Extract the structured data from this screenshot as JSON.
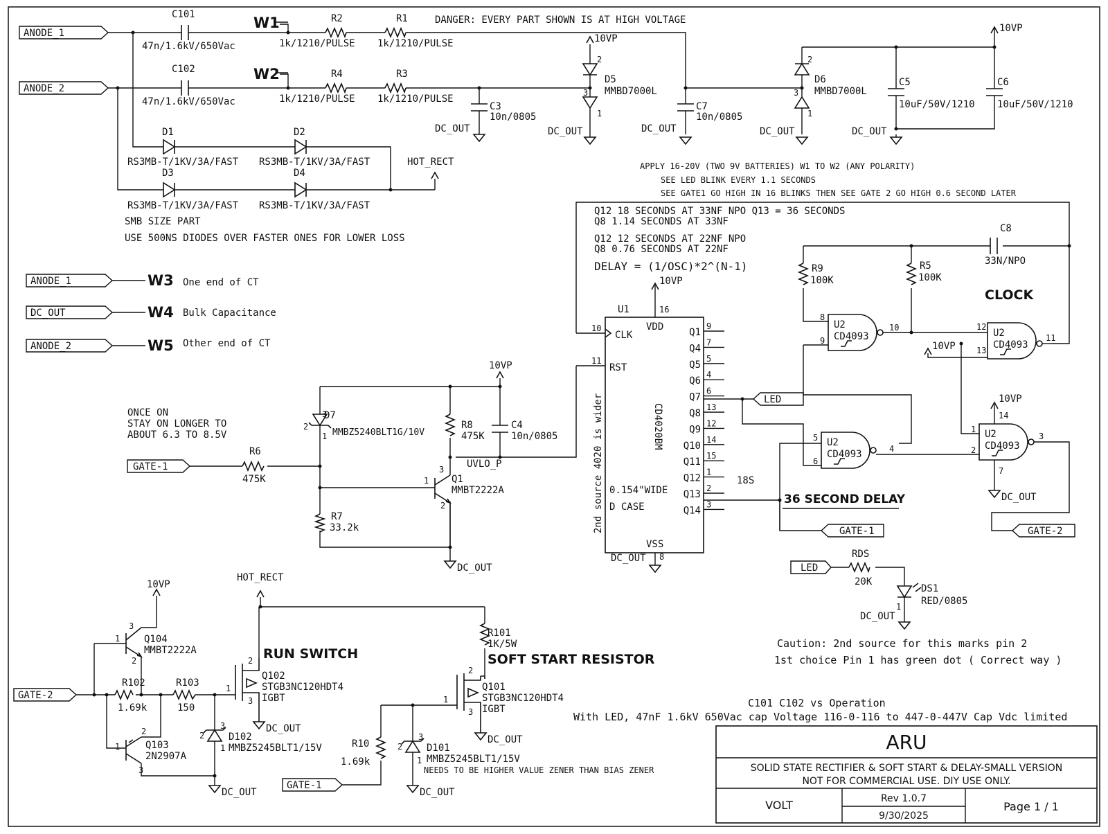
{
  "warning": "DANGER: EVERY PART SHOWN IS AT HIGH VOLTAGE",
  "ports": {
    "anode1": "ANODE_1",
    "anode2": "ANODE_2",
    "dcout": "DC_OUT",
    "gate1": "GATE-1",
    "gate2": "GATE-2",
    "led": "LED"
  },
  "nets": {
    "vp": "10VP",
    "dcout": "DC_OUT",
    "hotrect": "HOT_RECT",
    "uvlo": "UVLO_P"
  },
  "wires": {
    "w1": "W1",
    "w2": "W2",
    "w3": "W3",
    "w4": "W4",
    "w5": "W5",
    "w3_desc": "One end of CT",
    "w4_desc": "Bulk Capacitance",
    "w5_desc": "Other end of CT"
  },
  "parts": {
    "c101": "C101",
    "c101_val": "47n/1.6kV/650Vac",
    "c102": "C102",
    "c102_val": "47n/1.6kV/650Vac",
    "r1": "R1",
    "r1_val": "1k/1210/PULSE",
    "r2": "R2",
    "r2_val": "1k/1210/PULSE",
    "r3": "R3",
    "r3_val": "1k/1210/PULSE",
    "r4": "R4",
    "r4_val": "1k/1210/PULSE",
    "c3": "C3",
    "c3_val": "10n/0805",
    "c7": "C7",
    "c7_val": "10n/0805",
    "d5": "D5",
    "d5_val": "MMBD7000L",
    "d6": "D6",
    "d6_val": "MMBD7000L",
    "c5": "C5",
    "c5_val": "10uF/50V/1210",
    "c6": "C6",
    "c6_val": "10uF/50V/1210",
    "d1": "D1",
    "d2": "D2",
    "d3": "D3",
    "d4": "D4",
    "diode_val": "RS3MB-T/1KV/3A/FAST",
    "smb_note": "SMB SIZE PART",
    "diode_note": "USE 500NS DIODES OVER FASTER ONES FOR LOWER LOSS",
    "d7": "D7",
    "d7_val": "MMBZ5240BLT1G/10V",
    "r8": "R8",
    "r8_val": "475K",
    "c4": "C4",
    "c4_val": "10n/0805",
    "r6": "R6",
    "r6_val": "475K",
    "r7": "R7",
    "r7_val": "33.2k",
    "q1": "Q1",
    "q1_val": "MMBT2222A",
    "u1": "U1",
    "u1_part": "CD4020BM",
    "u1_case1": "0.154\"WIDE",
    "u1_case2": "D CASE",
    "u1_note": "2nd source 4020 is wider",
    "r9": "R9",
    "r9_val": "100K",
    "r5": "R5",
    "r5_val": "100K",
    "c8": "C8",
    "c8_val": "33N/NPO",
    "u2": "U2",
    "u2_part": "CD4093",
    "rds": "RDS",
    "rds_val": "20K",
    "ds1": "DS1",
    "ds1_val": "RED/0805",
    "q104": "Q104",
    "q104_val": "MMBT2222A",
    "q103": "Q103",
    "q103_val": "2N2907A",
    "r102": "R102",
    "r102_val": "1.69k",
    "r103": "R103",
    "r103_val": "150",
    "q102": "Q102",
    "q102_val": "STGB3NC120HDT4",
    "q102_type": "IGBT",
    "d102": "D102",
    "d102_val": "MMBZ5245BLT1/15V",
    "r101": "R101",
    "r101_val": "1K/5W",
    "q101": "Q101",
    "q101_val": "STGB3NC120HDT4",
    "q101_type": "IGBT",
    "d101": "D101",
    "d101_val": "MMBZ5245BLT1/15V",
    "d101_note": "NEEDS TO BE HIGHER VALUE ZENER THAN BIAS ZENER",
    "r10": "R10",
    "r10_val": "1.69k"
  },
  "u1_pins": {
    "clk": "CLK",
    "rst": "RST",
    "vdd": "VDD",
    "vss": "VSS",
    "n10": "10",
    "n11": "11",
    "n16": "16",
    "n8": "8",
    "outputs": [
      {
        "name": "Q1",
        "pin": "9"
      },
      {
        "name": "Q4",
        "pin": "7"
      },
      {
        "name": "Q5",
        "pin": "5"
      },
      {
        "name": "Q6",
        "pin": "4"
      },
      {
        "name": "Q7",
        "pin": "6"
      },
      {
        "name": "Q8",
        "pin": "13"
      },
      {
        "name": "Q9",
        "pin": "12"
      },
      {
        "name": "Q10",
        "pin": "14"
      },
      {
        "name": "Q11",
        "pin": "15"
      },
      {
        "name": "Q12",
        "pin": "1"
      },
      {
        "name": "Q13",
        "pin": "2"
      },
      {
        "name": "Q14",
        "pin": "3"
      }
    ]
  },
  "u2_pins": {
    "g1a": "8",
    "g1b": "9",
    "g1o": "10",
    "g2a": "12",
    "g2b": "13",
    "g2o": "11",
    "g3a": "5",
    "g3b": "6",
    "g3o": "4",
    "g4a": "1",
    "g4b": "2",
    "g4o": "3",
    "vdd": "14",
    "vss": "7"
  },
  "notes": {
    "apply1": "APPLY 16-20V (TWO 9V BATTERIES) W1 TO W2 (ANY POLARITY)",
    "apply2": "SEE LED BLINK EVERY 1.1 SECONDS",
    "apply3": "SEE GATE1 GO HIGH IN 16 BLINKS THEN SEE GATE 2 GO HIGH 0.6 SECOND LATER",
    "t1": "Q12  18 SECONDS AT 33NF NPO Q13 = 36 SECONDS",
    "t2": "Q8 1.14 SECONDS AT 33NF",
    "t3": "Q12  12 SECONDS AT 22NF NPO",
    "t4": "Q8 0.76 SECONDS AT 22NF",
    "delay": "DELAY = (1/OSC)*2^(N-1)",
    "clock": "CLOCK",
    "once1": "ONCE ON",
    "once2": "STAY ON LONGER TO",
    "once3": "ABOUT 6.3 TO 8.5V",
    "s18": "18S",
    "delay36": "36 SECOND DELAY",
    "run_switch": "RUN SWITCH",
    "soft_start": "SOFT START RESISTOR",
    "caution1": "Caution: 2nd source for this marks pin 2",
    "caution2": "1st choice Pin 1 has green dot ( Correct way )",
    "cap_title": "C101 C102 vs Operation",
    "cap_line": "With LED, 47nF 1.6kV 650Vac cap  Voltage 116-0-116 to 447-0-447V Cap Vdc limited"
  },
  "pin_numbers": {
    "one": "1",
    "two": "2",
    "three": "3"
  },
  "title_block": {
    "title": "ARU",
    "line1": "SOLID STATE RECTIFIER & SOFT START & DELAY-SMALL VERSION",
    "line2": "NOT FOR COMMERCIAL USE. DIY USE ONLY.",
    "name": "VOLT",
    "rev": "Rev 1.0.7",
    "date": "9/30/2025",
    "page": "Page 1 / 1"
  }
}
